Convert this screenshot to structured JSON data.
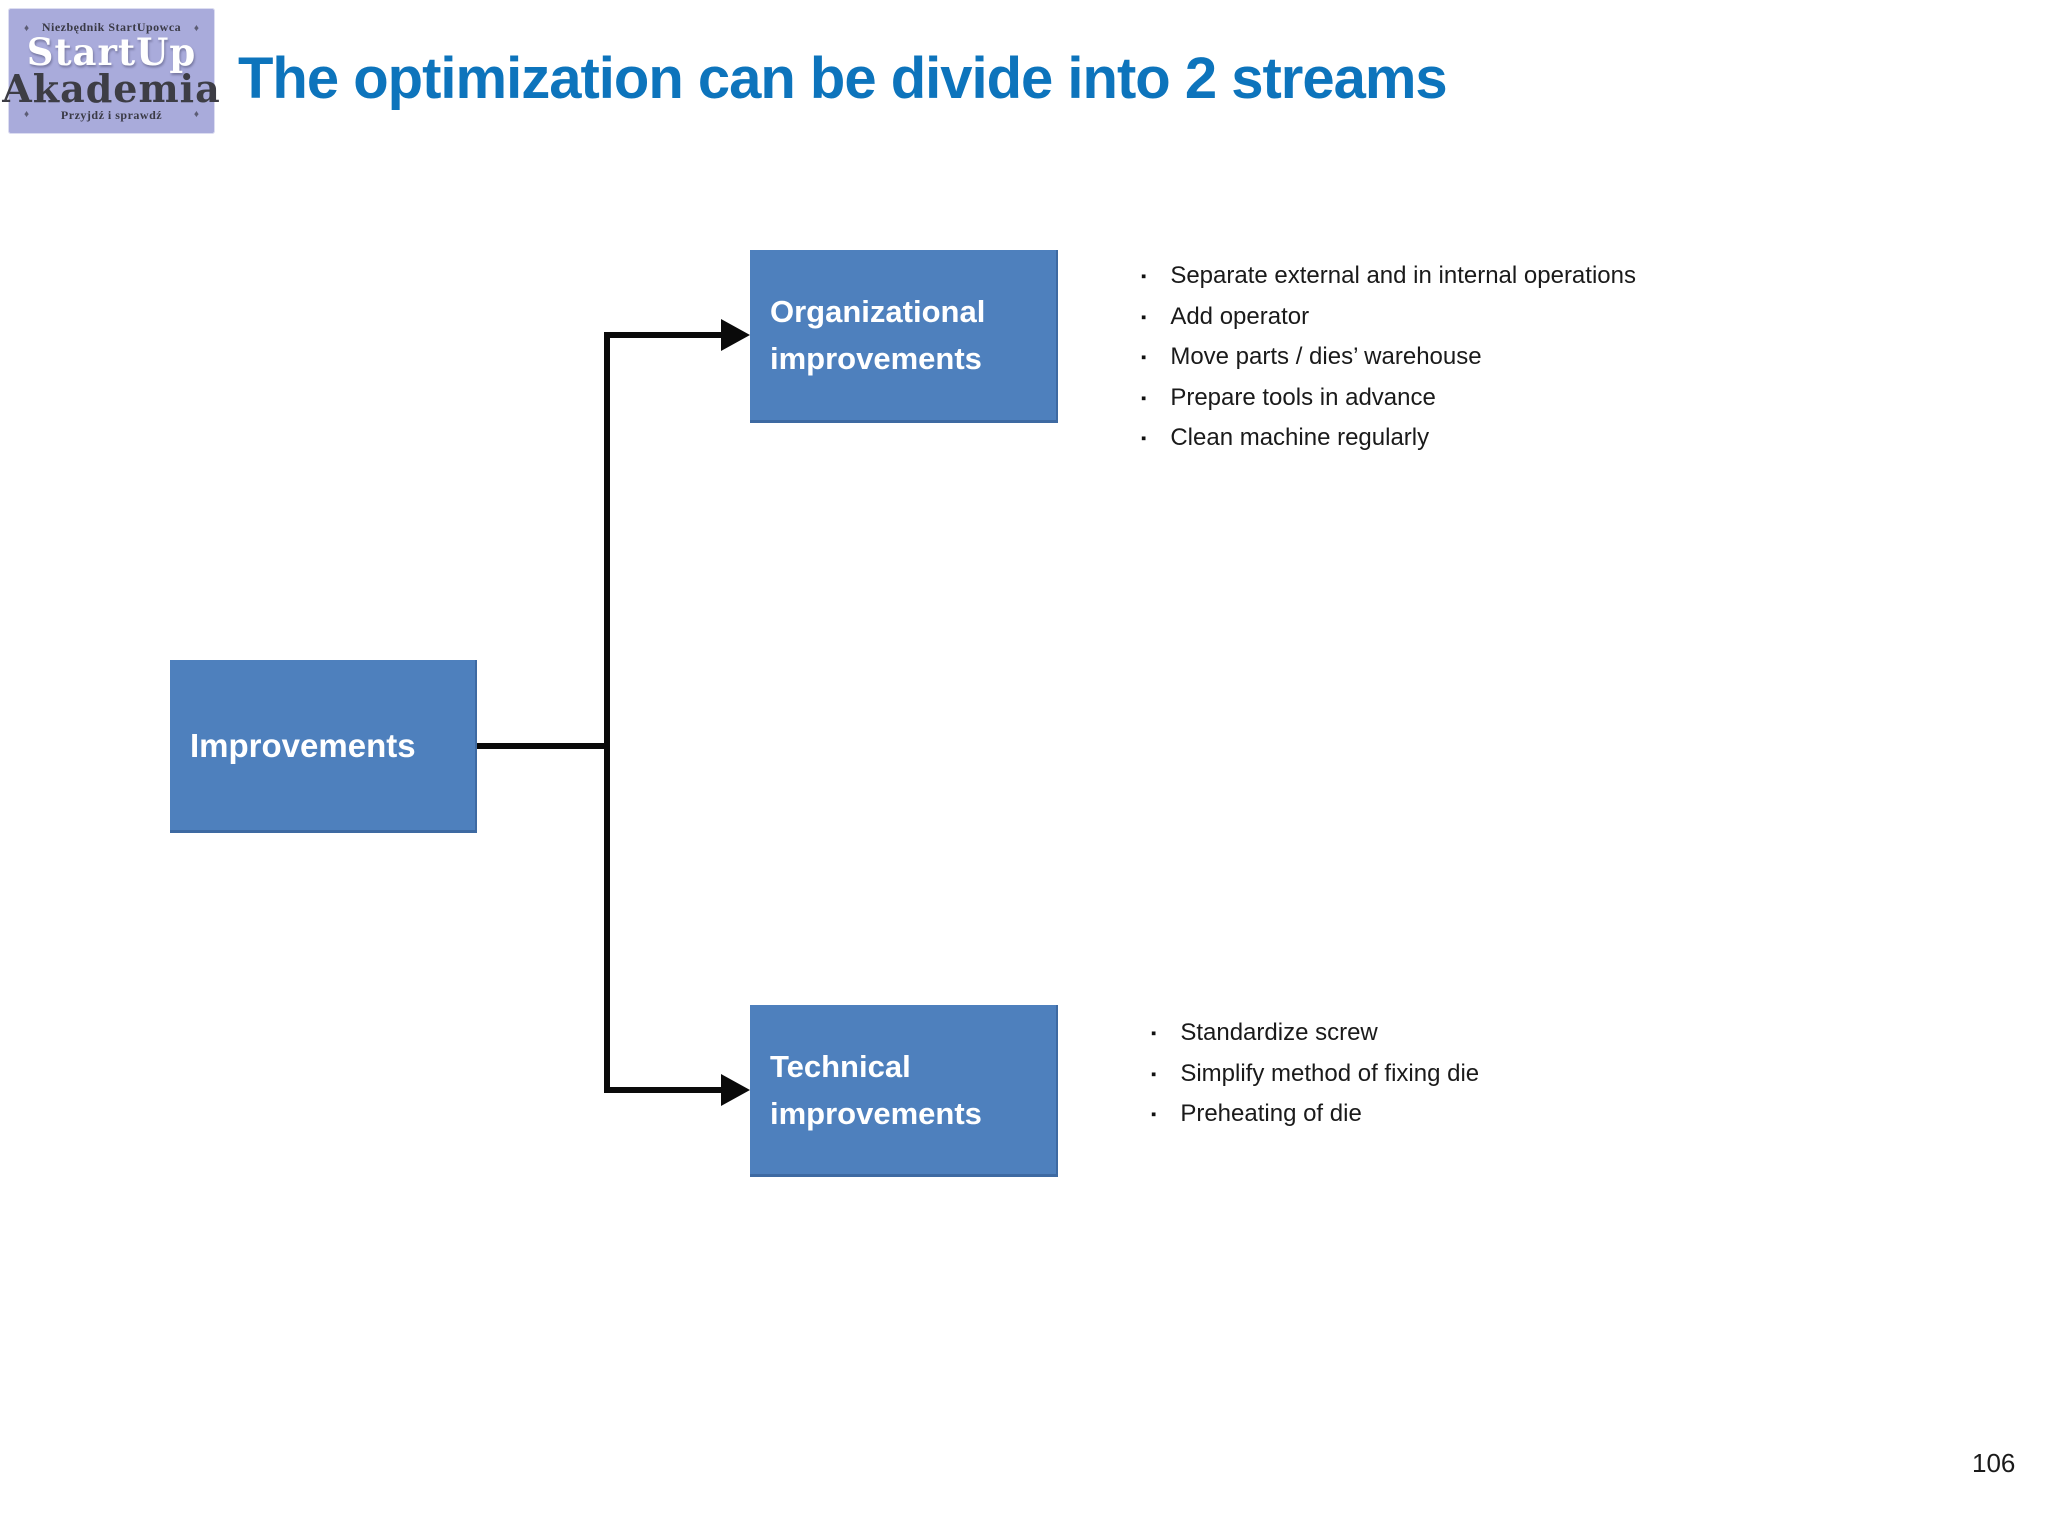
{
  "logo": {
    "top_text": "Niezbędnik StartUpowca",
    "name_line1": "StartUp",
    "name_line2": "Akademia",
    "bottom_text": "Przyjdź i sprawdź",
    "bg_color": "#A9ABDB"
  },
  "header": {
    "title": "The optimization can be divide into 2 streams",
    "title_color": "#0D74BC"
  },
  "diagram": {
    "box_color": "#4E80BD",
    "connector_color": "#0A0A0A",
    "root": {
      "label": "Improvements"
    },
    "branches": [
      {
        "label_line1": "Organizational",
        "label_line2": "improvements",
        "items": [
          "Separate external and in internal operations",
          "Add operator",
          "Move parts / dies’ warehouse",
          "Prepare tools in advance",
          "Clean machine regularly"
        ]
      },
      {
        "label_line1": "Technical",
        "label_line2": "improvements",
        "items": [
          "Standardize screw",
          "Simplify method of fixing die",
          "Preheating of die"
        ]
      }
    ]
  },
  "page": {
    "number": "106"
  }
}
